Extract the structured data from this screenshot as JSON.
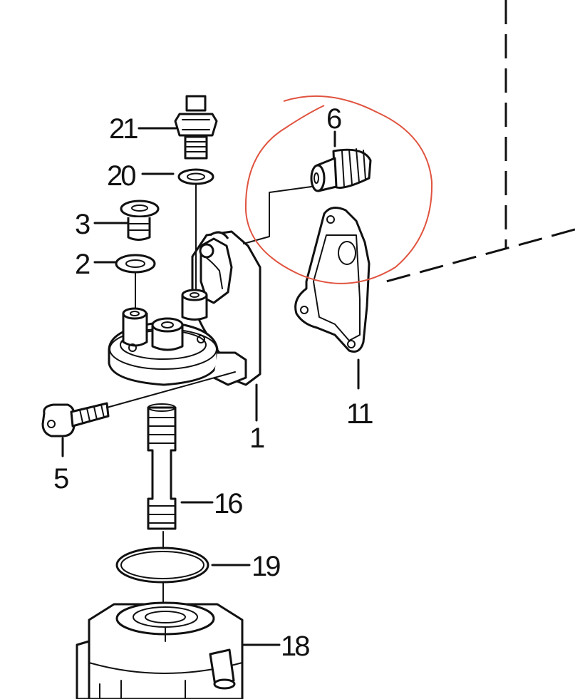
{
  "diagram": {
    "callouts": [
      {
        "id": "21",
        "text": "21"
      },
      {
        "id": "20",
        "text": "20"
      },
      {
        "id": "3",
        "text": "3"
      },
      {
        "id": "2",
        "text": "2"
      },
      {
        "id": "6",
        "text": "6"
      },
      {
        "id": "11",
        "text": "11"
      },
      {
        "id": "1",
        "text": "1"
      },
      {
        "id": "5",
        "text": "5"
      },
      {
        "id": "16",
        "text": "16"
      },
      {
        "id": "19",
        "text": "19"
      },
      {
        "id": "18",
        "text": "18"
      }
    ],
    "highlight": {
      "part": "6",
      "color": "#e0533f"
    }
  }
}
